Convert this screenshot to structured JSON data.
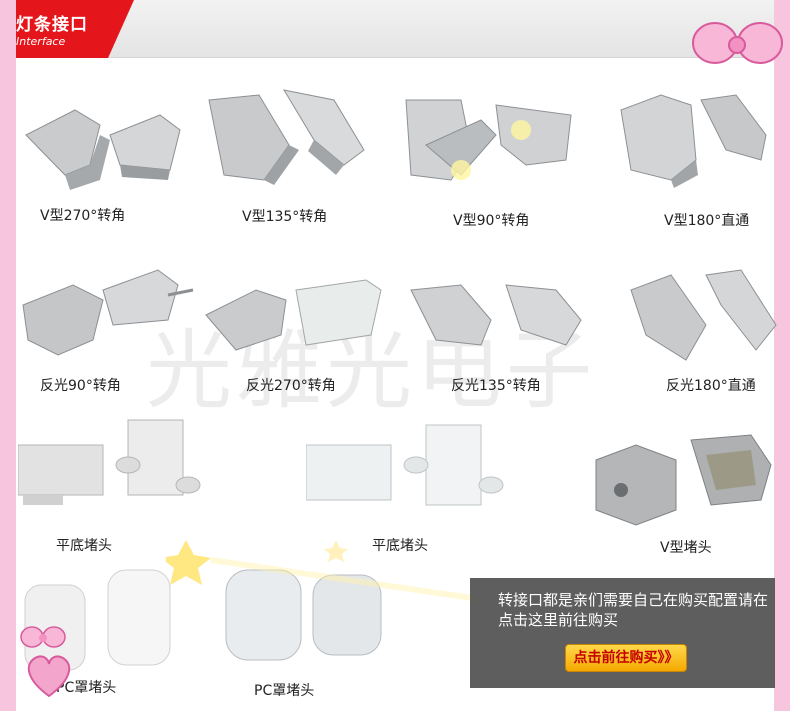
{
  "banner": {
    "title": "灯条接口",
    "subtitle": "Interface",
    "accent": "#e4161b"
  },
  "watermark": "光雅光电子",
  "products": [
    {
      "label": "V型270°转角"
    },
    {
      "label": "V型135°转角"
    },
    {
      "label": "V型90°转角"
    },
    {
      "label": "V型180°直通"
    },
    {
      "label": "反光90°转角"
    },
    {
      "label": "反光270°转角"
    },
    {
      "label": "反光135°转角"
    },
    {
      "label": "反光180°直通"
    },
    {
      "label": "平底堵头"
    },
    {
      "label": "平底堵头"
    },
    {
      "label": "V型堵头"
    },
    {
      "label": "PC罩堵头"
    },
    {
      "label": "PC罩堵头"
    }
  ],
  "promo": {
    "text": "转接口都是亲们需要自己在购买配置请在点击这里前往购买",
    "button": "点击前往购买》》"
  },
  "decorations": [
    "bow-icon",
    "heart-icon",
    "bow-icon"
  ]
}
